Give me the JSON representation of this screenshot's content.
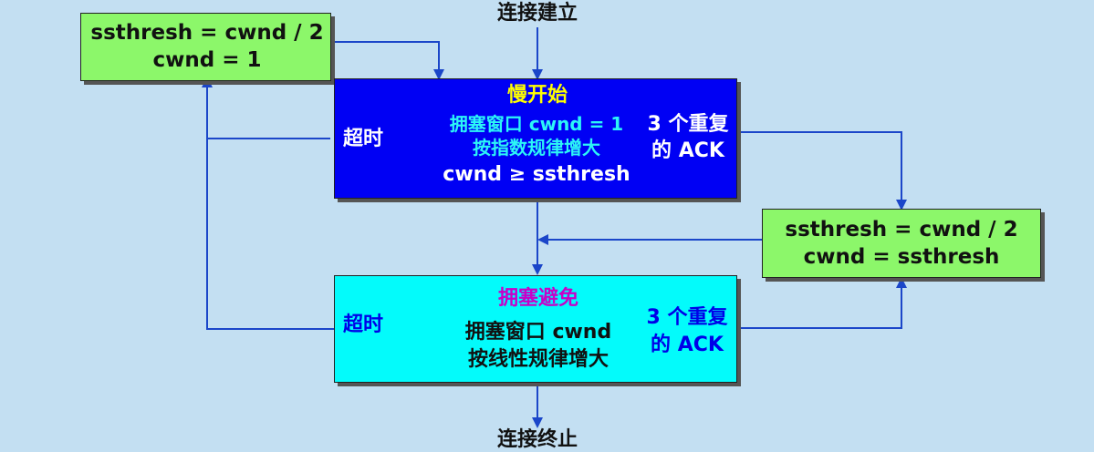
{
  "diagram": {
    "start_label": "连接建立",
    "end_label": "连接终止",
    "reset_timeout_box": {
      "line1": "ssthresh = cwnd / 2",
      "line2": "cwnd = 1"
    },
    "slow_start": {
      "title": "慢开始",
      "desc_line1": "拥塞窗口 cwnd = 1",
      "desc_line2": "按指数规律增大",
      "condition": "cwnd ≥ ssthresh",
      "timeout_label": "超时",
      "dup_ack_line1": "3 个重复",
      "dup_ack_line2": "的 ACK"
    },
    "fast_recovery_box": {
      "line1": "ssthresh = cwnd / 2",
      "line2": "cwnd = ssthresh"
    },
    "congestion_avoidance": {
      "title": "拥塞避免",
      "desc_line1": "拥塞窗口 cwnd",
      "desc_line2": "按线性规律增大",
      "timeout_label": "超时",
      "dup_ack_line1": "3 个重复",
      "dup_ack_line2": "的 ACK"
    },
    "colors": {
      "background": "#c3dff2",
      "green_box": "#8cf76a",
      "slow_start_box": "#0000f4",
      "avoidance_box": "#03fbfb",
      "arrow": "#1b46c9"
    }
  }
}
